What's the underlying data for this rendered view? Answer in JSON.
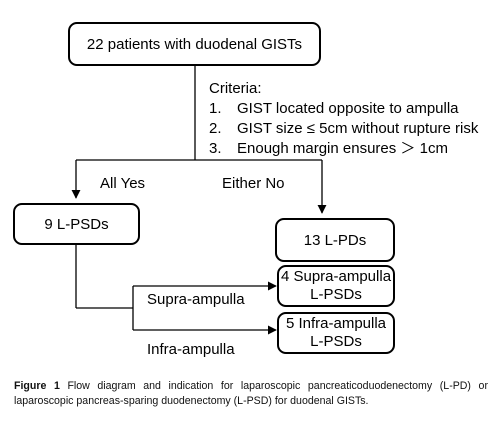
{
  "nodes": {
    "root": "22 patients with duodenal GISTs",
    "lpsd": "9 L-PSDs",
    "lpd": "13 L-PDs",
    "supra_line1": "4 Supra-ampulla",
    "supra_line2": "L-PSDs",
    "infra_line1": "5 Infra-ampulla",
    "infra_line2": "L-PSDs"
  },
  "criteria": {
    "title": "Criteria:",
    "items": [
      {
        "num": "1.",
        "text": "GIST located opposite to ampulla"
      },
      {
        "num": "2.",
        "text": "GIST size ≤ 5cm without rupture risk"
      },
      {
        "num": "3.",
        "text": "Enough margin ensures ＞ 1cm"
      }
    ]
  },
  "edges": {
    "all_yes": "All Yes",
    "either_no": "Either No",
    "supra": "Supra-ampulla",
    "infra": "Infra-ampulla"
  },
  "caption": {
    "label": "Figure 1",
    "text": "Flow diagram and indication for laparoscopic pancreaticoduodenectomy (L-PD) or laparoscopic pancreas-sparing duodenectomy (L-PSD) for duodenal GISTs."
  }
}
